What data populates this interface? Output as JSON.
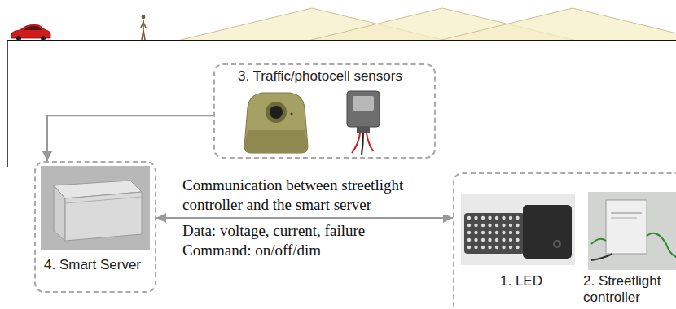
{
  "diagram": {
    "nodes": [
      {
        "text": [
          "3. Traffic/photocell sensors"
        ]
      },
      {
        "text": [
          "4. Smart Server"
        ]
      },
      {
        "text": [
          "1. LED",
          "2. Streetlight controller"
        ]
      }
    ],
    "edges": [
      {
        "from": 0,
        "to": 1,
        "arrow": "to"
      },
      {
        "from": 1,
        "to": 2,
        "arrow": "both",
        "label": "Communication between streetlight controller and the smart server"
      }
    ],
    "labels": [
      "Data: voltage, current, failure",
      "Command: on/off/dim"
    ]
  }
}
